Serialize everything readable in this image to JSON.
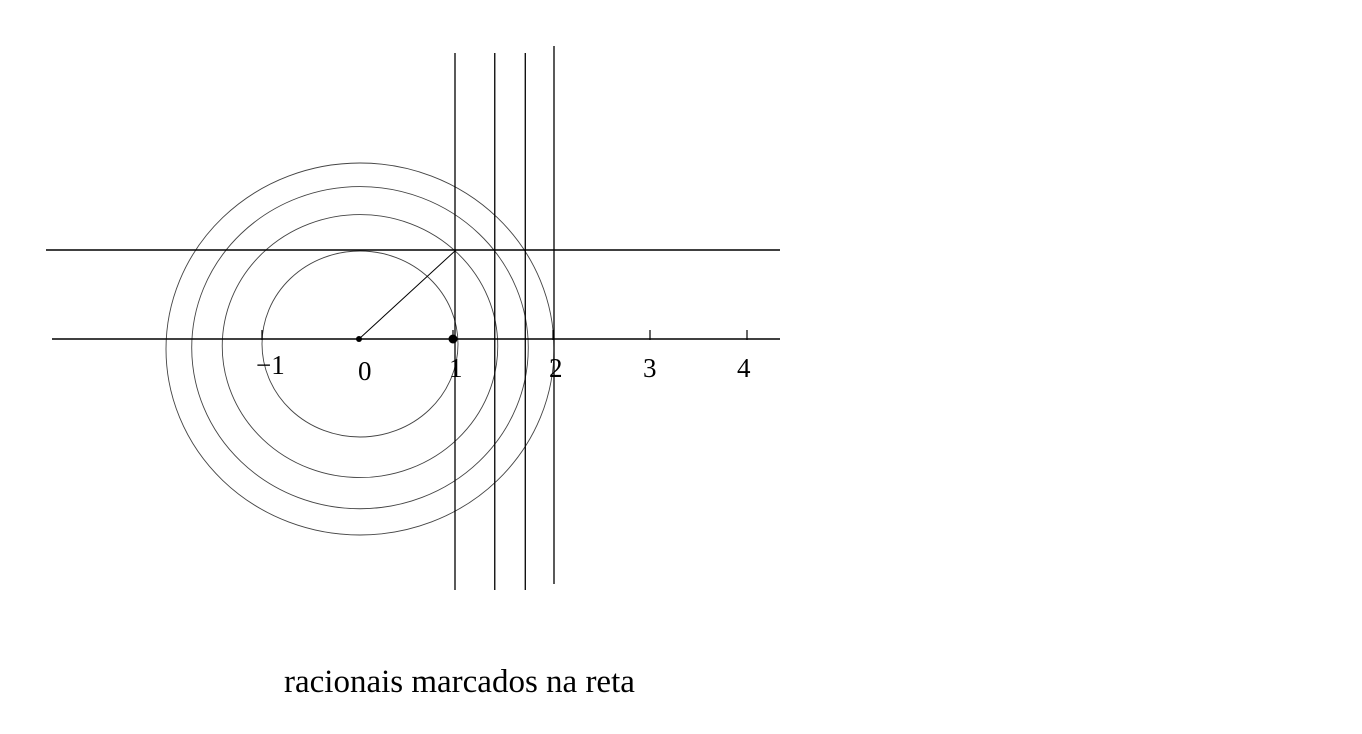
{
  "figure": {
    "tick_labels": [
      "−1",
      "0",
      "1",
      "2",
      "3",
      "4"
    ],
    "tick_values": [
      -1,
      0,
      1,
      2,
      3,
      4
    ],
    "circle_radii": [
      1,
      1.4142,
      1.7321,
      2
    ],
    "vertical_line_x": [
      1,
      1.4142,
      1.7321,
      2
    ],
    "horizontal_line_y": 1,
    "marked_points": [
      0,
      1
    ],
    "colors": {
      "stroke": "#000000",
      "circle_stroke": "#444444",
      "background": "#ffffff"
    }
  },
  "caption": "racionais marcados na reta"
}
